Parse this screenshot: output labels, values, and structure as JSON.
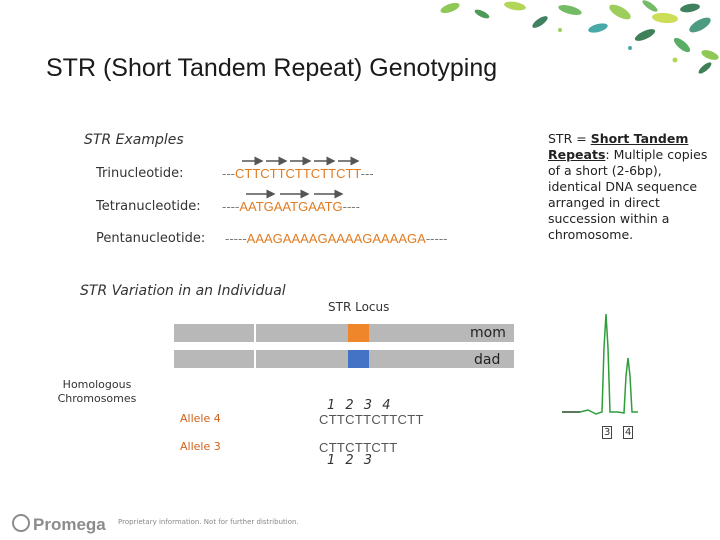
{
  "title": "STR (Short Tandem Repeat) Genotyping",
  "examples_heading": "STR Examples",
  "examples": [
    {
      "label": "Trinucleotide:",
      "prefix": "---",
      "core": "CTTCTTCTTCTTCTT",
      "suffix": "---"
    },
    {
      "label": "Tetranucleotide:",
      "prefix": "----",
      "core": "AATGAATGAATG",
      "suffix": "----"
    },
    {
      "label": "Pentanucleotide:",
      "prefix": "-----",
      "core": "AAAGAAAAGAAAAGAAAAGA",
      "suffix": "-----"
    }
  ],
  "definition": {
    "lead": "STR = ",
    "term": "Short Tandem Repeats",
    "text": ": Multiple copies of a short (2-6bp), identical DNA sequence arranged in direct succession within a chromosome."
  },
  "variation_heading": "STR Variation in an Individual",
  "locus_label": "STR Locus",
  "chromosomes": [
    {
      "label": "mom",
      "marker_color": "#f0862a"
    },
    {
      "label": "dad",
      "marker_color": "#4472c4"
    }
  ],
  "homologous_label": "Homologous Chromosomes",
  "alleles": [
    {
      "label": "Allele 4",
      "numbers": "1 2 3 4",
      "sequence": "CTTCTTCTTCTT"
    },
    {
      "label": "Allele 3",
      "numbers": "1 2 3",
      "sequence": "CTTCTTCTT"
    }
  ],
  "peaks": [
    "3",
    "4"
  ],
  "footer": "Proprietary information. Not for further distribution.",
  "logo": "Promega",
  "colors": {
    "accent_orange": "#f0862a",
    "accent_blue": "#4472c4",
    "peak_green": "#2e9e3a",
    "arrow": "#555555"
  }
}
